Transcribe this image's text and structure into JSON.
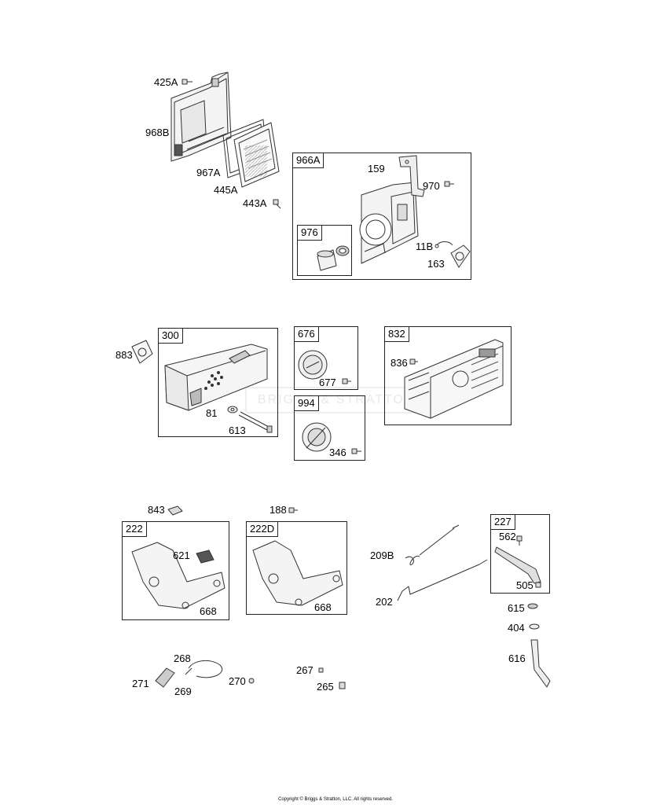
{
  "watermark": "BRIGGS & STRATTON",
  "copyright": "Copyright © Briggs & Stratton, LLC. All rights reserved.",
  "boxes": {
    "b966A": "966A",
    "b976": "976",
    "b300": "300",
    "b676": "676",
    "b832": "832",
    "b994": "994",
    "b222": "222",
    "b222D": "222D",
    "b227": "227"
  },
  "parts": {
    "p425A": "425A",
    "p968B": "968B",
    "p967A": "967A",
    "p445A": "445A",
    "p443A": "443A",
    "p159": "159",
    "p970": "970",
    "p11B": "11B",
    "p163": "163",
    "p883": "883",
    "p81": "81",
    "p613": "613",
    "p677": "677",
    "p836": "836",
    "p346": "346",
    "p843": "843",
    "p188": "188",
    "p621": "621",
    "p668a": "668",
    "p668b": "668",
    "p562": "562",
    "p505": "505",
    "p209B": "209B",
    "p202": "202",
    "p615": "615",
    "p404": "404",
    "p616": "616",
    "p268": "268",
    "p271": "271",
    "p269": "269",
    "p270": "270",
    "p267": "267",
    "p265": "265"
  }
}
